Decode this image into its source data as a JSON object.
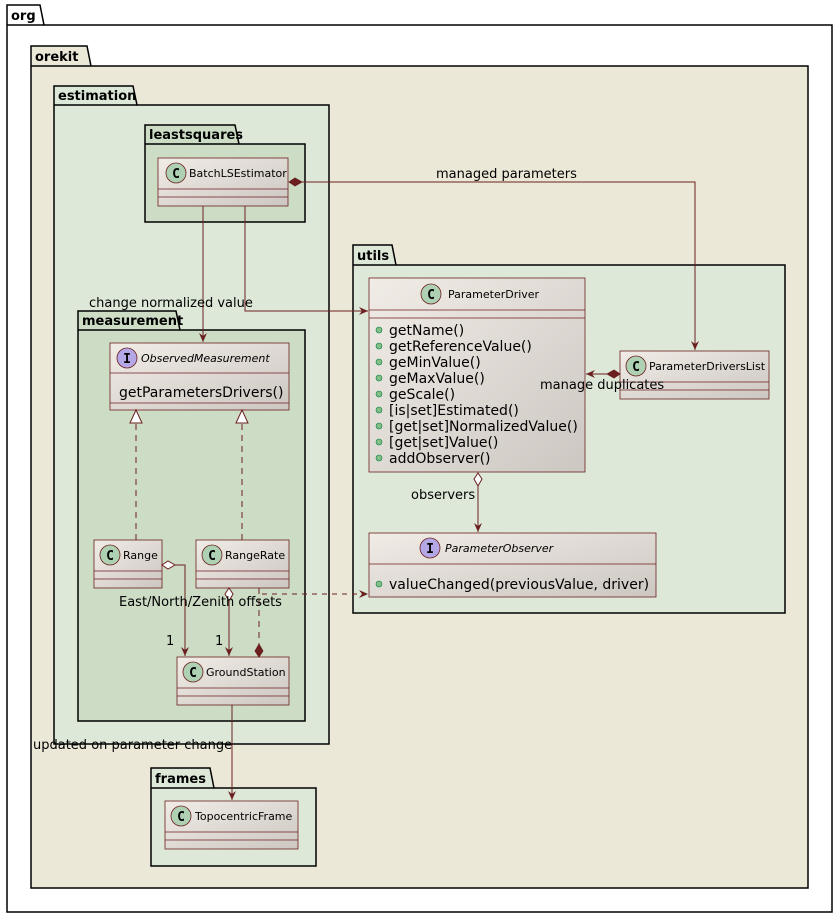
{
  "packages": {
    "org": "org",
    "orekit": "orekit",
    "estimation": "estimation",
    "leastsquares": "leastsquares",
    "measurement": "measurement",
    "utils": "utils",
    "frames": "frames"
  },
  "classes": {
    "batch_ls_estimator": {
      "glyph": "C",
      "name": "BatchLSEstimator"
    },
    "observed_measurement": {
      "glyph": "I",
      "name": "ObservedMeasurement",
      "members": [
        "getParametersDrivers()"
      ]
    },
    "range": {
      "glyph": "C",
      "name": "Range"
    },
    "range_rate": {
      "glyph": "C",
      "name": "RangeRate"
    },
    "ground_station": {
      "glyph": "C",
      "name": "GroundStation"
    },
    "parameter_driver": {
      "glyph": "C",
      "name": "ParameterDriver",
      "members": [
        "getName()",
        "getReferenceValue()",
        "geMinValue()",
        "geMaxValue()",
        "geScale()",
        "[is|set]Estimated()",
        "[get|set]NormalizedValue()",
        "[get|set]Value()",
        "addObserver()"
      ]
    },
    "parameter_drivers_list": {
      "glyph": "C",
      "name": "ParameterDriversList"
    },
    "parameter_observer": {
      "glyph": "I",
      "name": "ParameterObserver",
      "members": [
        "valueChanged(previousValue, driver)"
      ]
    },
    "topocentric_frame": {
      "glyph": "C",
      "name": "TopocentricFrame"
    }
  },
  "labels": {
    "managed_parameters": "managed parameters",
    "change_normalized_value": "change normalized value",
    "manage_duplicates": "manage duplicates",
    "observers": "observers",
    "east_north_zenith_offsets": "East/North/Zenith offsets",
    "updated_on_parameter_change": "updated on parameter change",
    "mult_range": "1",
    "mult_range_rate": "1"
  },
  "colors": {
    "org_fill": "#ffffff",
    "orekit_fill": "#ebe8d7",
    "estimation_fill": "#dde8d8",
    "measurement_fill": "#ccdcc5",
    "utils_fill": "#dde8d8",
    "frames_fill": "#dde8d8",
    "arrow": "#6b1f1f",
    "class_circle": "#add1b2",
    "interface_circle": "#b4a7e5"
  }
}
